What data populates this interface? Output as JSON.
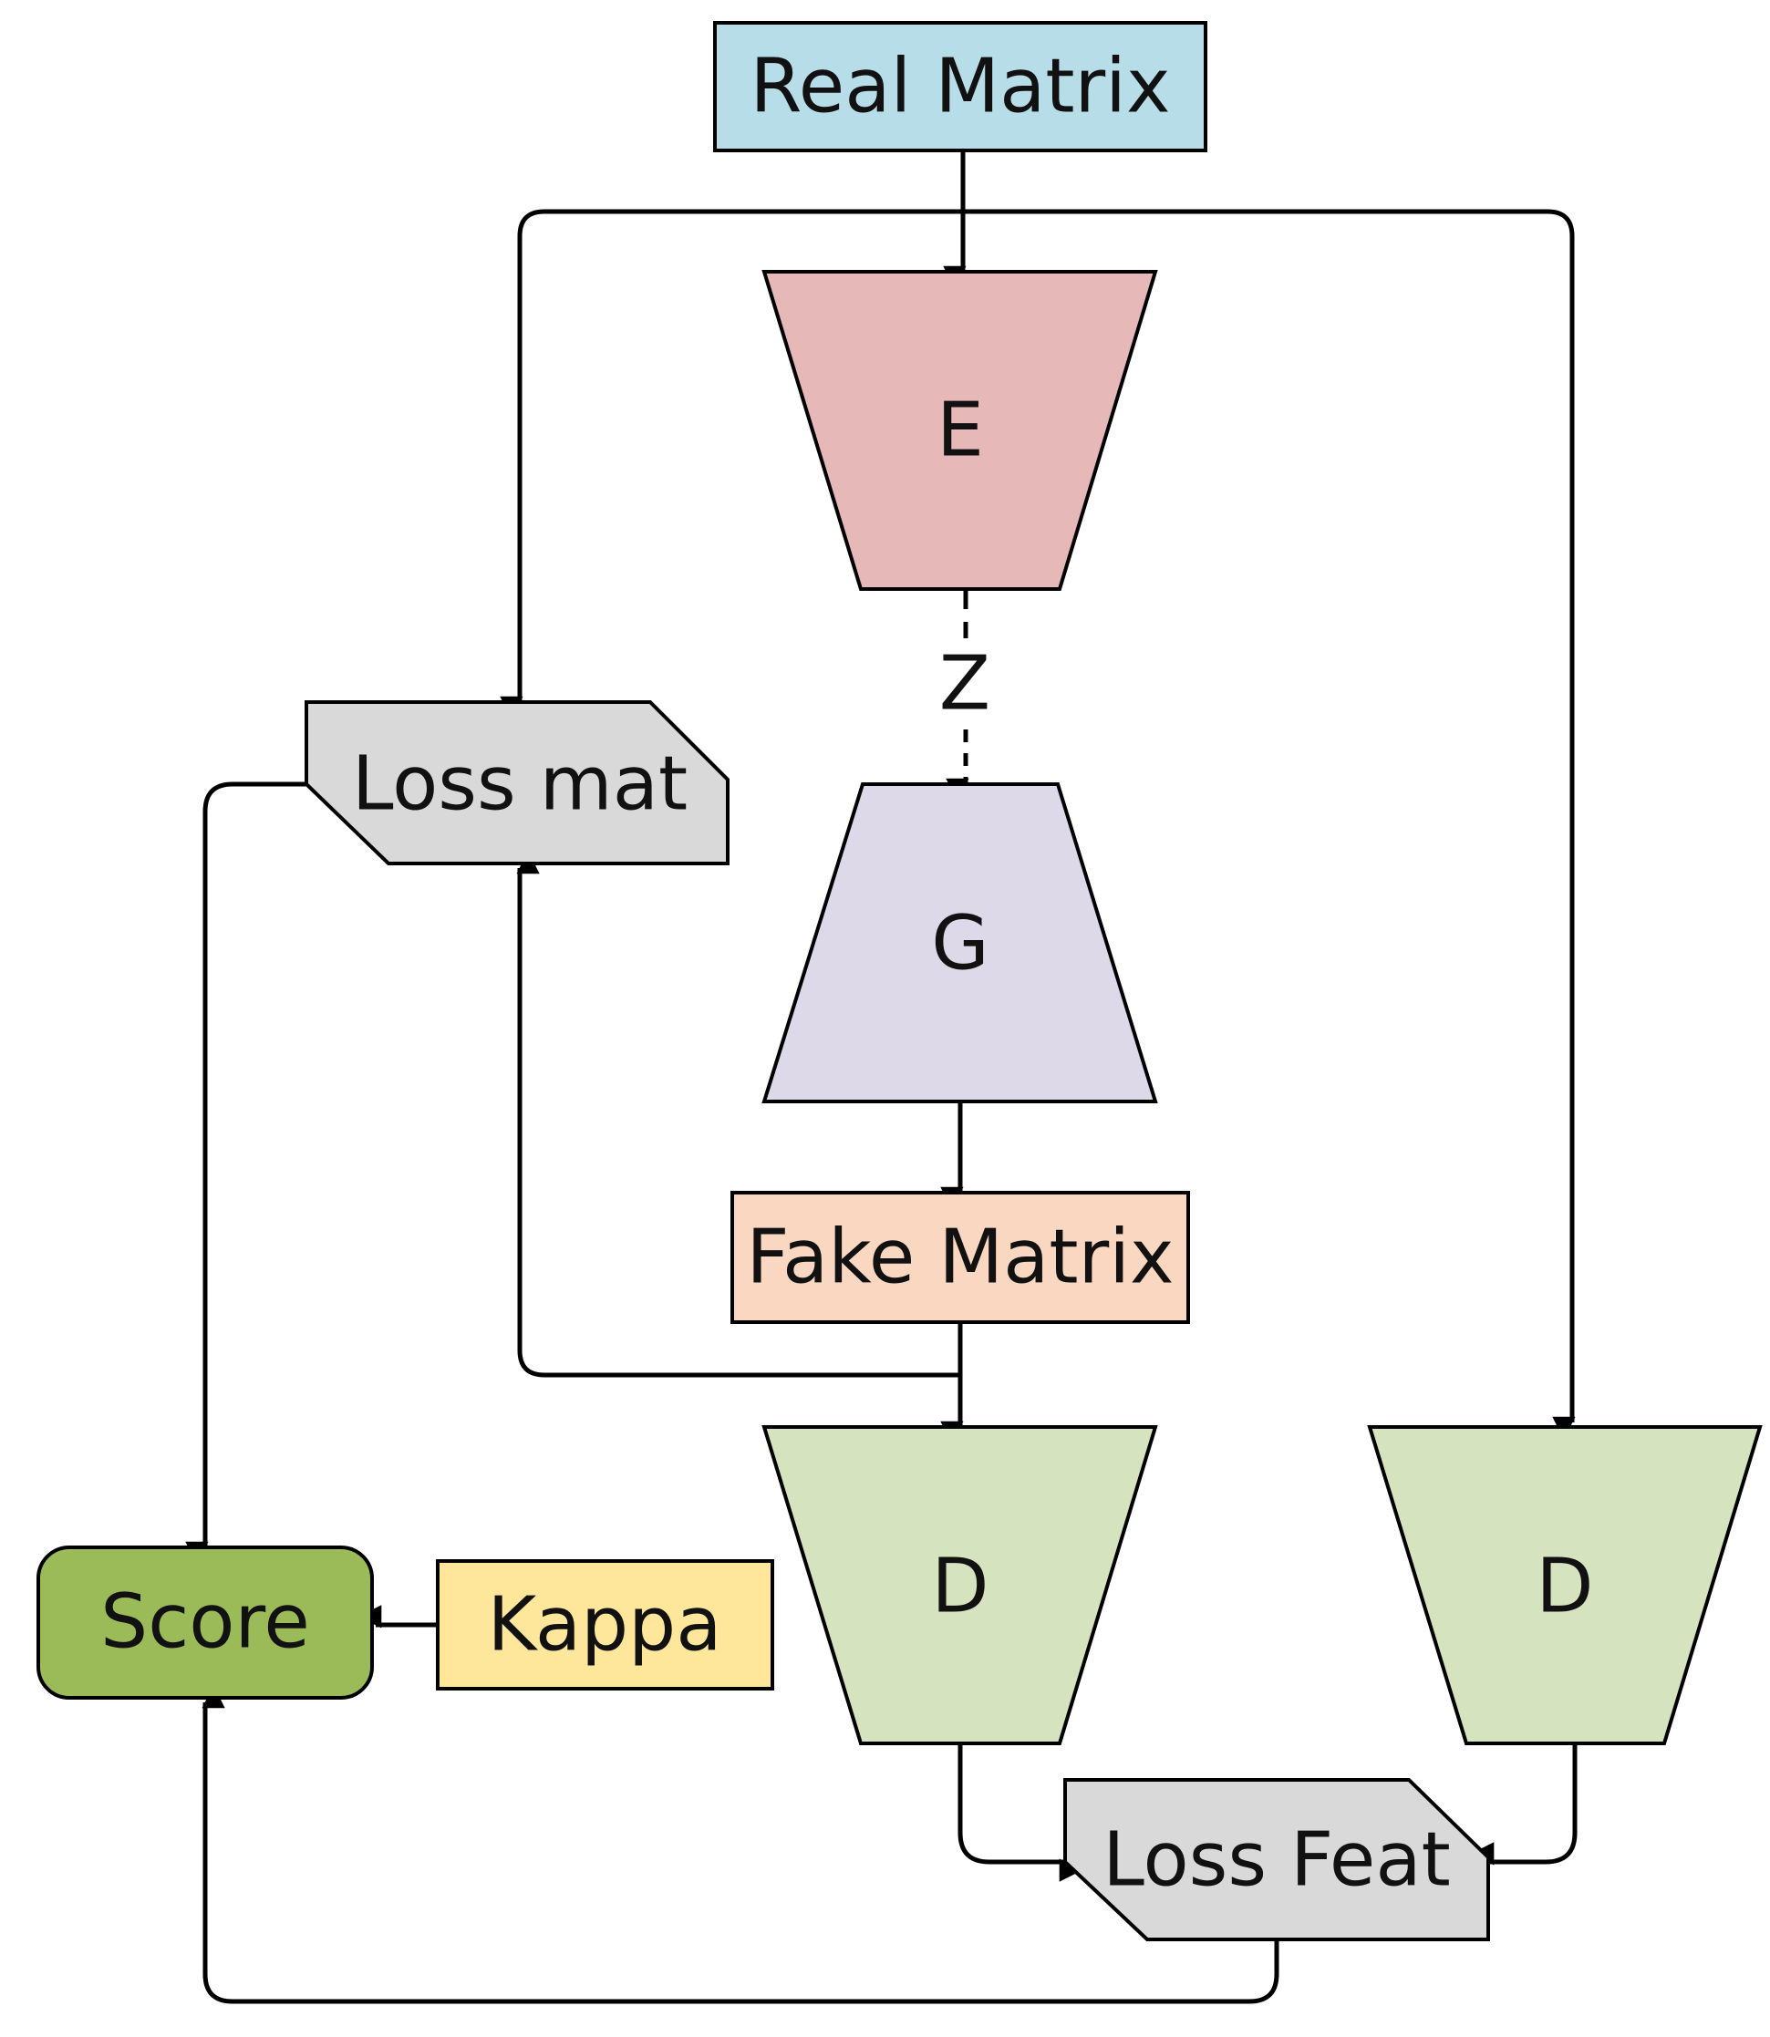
{
  "diagram": {
    "nodes": {
      "real_matrix": {
        "label": "Real Matrix",
        "color": "#B7DEE8"
      },
      "encoder": {
        "label": "E",
        "color": "#E6B8B7"
      },
      "latent": {
        "label": "Z"
      },
      "generator": {
        "label": "G",
        "color": "#DDD9E8"
      },
      "fake_matrix": {
        "label": "Fake Matrix",
        "color": "#FAD7C0"
      },
      "discriminator_fake": {
        "label": "D",
        "color": "#D6E3BF"
      },
      "discriminator_real": {
        "label": "D",
        "color": "#D6E3BF"
      },
      "loss_mat": {
        "label": "Loss mat",
        "color": "#D9D9D9"
      },
      "loss_feat": {
        "label": "Loss Feat",
        "color": "#D9D9D9"
      },
      "score": {
        "label": "Score",
        "color": "#9BBB59"
      },
      "kappa": {
        "label": "Kappa",
        "color": "#FEE69A"
      }
    }
  }
}
